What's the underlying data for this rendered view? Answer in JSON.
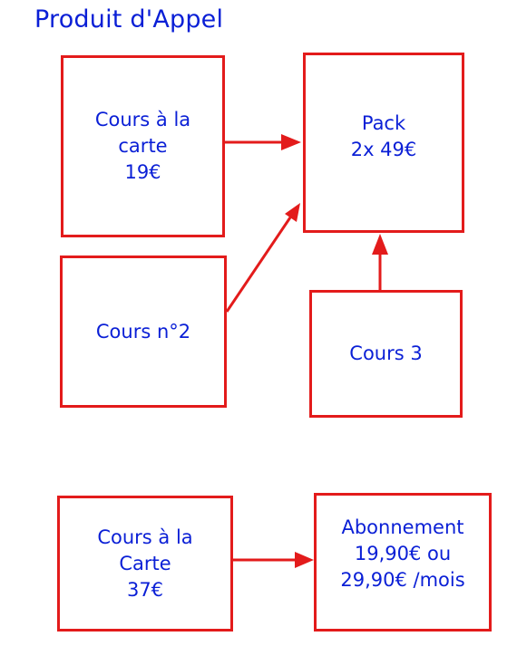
{
  "title": "Produit d'Appel",
  "colors": {
    "text": "#0a1fd6",
    "border": "#e31b1b"
  },
  "boxes": {
    "cours_carte_19": {
      "lines": [
        "Cours à la",
        "carte",
        "19€"
      ]
    },
    "pack": {
      "lines": [
        "Pack",
        "2x 49€"
      ]
    },
    "cours_n2": {
      "lines": [
        "Cours n°2"
      ]
    },
    "cours_3": {
      "lines": [
        "Cours 3"
      ]
    },
    "cours_carte_37": {
      "lines": [
        "Cours à la",
        "Carte",
        "37€"
      ]
    },
    "abonnement": {
      "lines": [
        "Abonnement",
        "19,90€ ou",
        "29,90€ /mois"
      ]
    }
  }
}
